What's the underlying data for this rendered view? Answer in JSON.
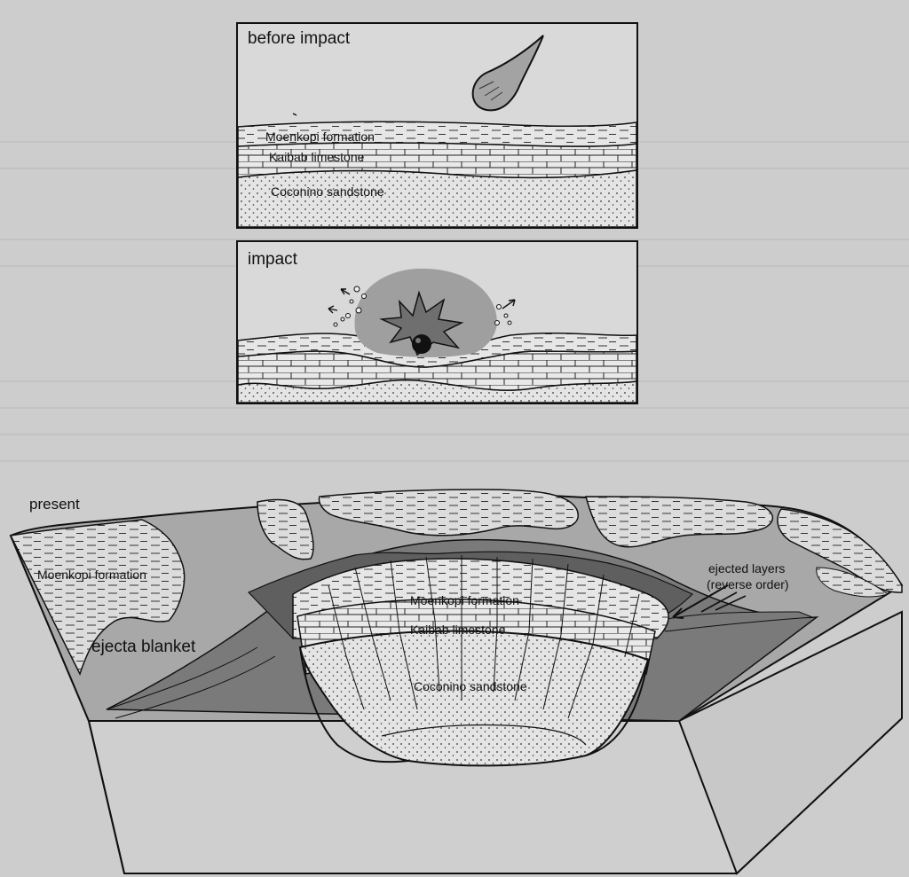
{
  "panels": {
    "before": {
      "title": "before impact",
      "labels": {
        "moenkopi": "Moenkopi formation",
        "kaibab": "Kaibab limestone",
        "coconino": "Coconino sandstone"
      }
    },
    "impact": {
      "title": "impact"
    },
    "present": {
      "title": "present",
      "labels": {
        "moenkopi_left": "Moenkopi formation",
        "ejecta_blanket": "ejecta blanket",
        "moenkopi_crater": "Moenkopi formation",
        "kaibab_crater": "Kaibab limestone",
        "coconino_crater": "Coconino sandstone",
        "ejected_layers_line1": "ejected layers",
        "ejected_layers_line2": "(reverse order)"
      }
    }
  },
  "colors": {
    "page": "#cdcdcd",
    "panel_fill": "#d8d8d8",
    "sandstone": "#e2e2e2",
    "limestone": "#e8e8e8",
    "ejecta": "#9c9c9c",
    "ink": "#111111"
  }
}
